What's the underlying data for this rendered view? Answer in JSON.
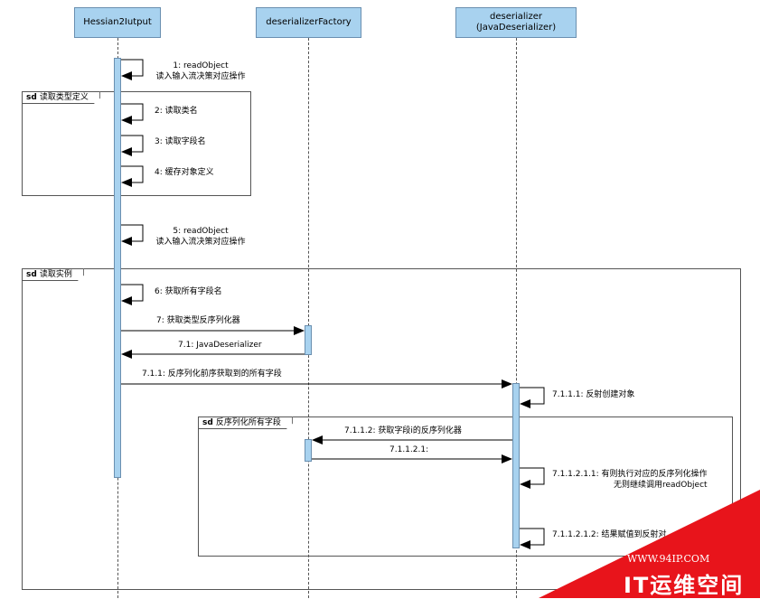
{
  "participants": [
    {
      "id": "hessian",
      "lines": [
        "Hessian2Iutput"
      ]
    },
    {
      "id": "factory",
      "lines": [
        "deserializerFactory"
      ]
    },
    {
      "id": "deser",
      "lines": [
        "deserializer",
        "(JavaDeserializer)"
      ]
    }
  ],
  "fragments": [
    {
      "keyword": "sd",
      "label": "读取类型定义"
    },
    {
      "keyword": "sd",
      "label": "读取实例"
    },
    {
      "keyword": "sd",
      "label": "反序列化所有字段"
    }
  ],
  "messages": [
    {
      "id": "m1",
      "lines": [
        "1: readObject",
        "读入输入流决策对应操作"
      ]
    },
    {
      "id": "m2",
      "lines": [
        "2: 读取类名"
      ]
    },
    {
      "id": "m3",
      "lines": [
        "3: 读取字段名"
      ]
    },
    {
      "id": "m4",
      "lines": [
        "4: 缓存对象定义"
      ]
    },
    {
      "id": "m5",
      "lines": [
        "5: readObject",
        "读入输入流决策对应操作"
      ]
    },
    {
      "id": "m6",
      "lines": [
        "6: 获取所有字段名"
      ]
    },
    {
      "id": "m7",
      "lines": [
        "7: 获取类型反序列化器"
      ]
    },
    {
      "id": "m71",
      "lines": [
        "7.1: JavaDeserializer"
      ]
    },
    {
      "id": "m711",
      "lines": [
        "7.1.1: 反序列化前序获取到的所有字段"
      ]
    },
    {
      "id": "m7111",
      "lines": [
        "7.1.1.1: 反射创建对象"
      ]
    },
    {
      "id": "m7112",
      "lines": [
        "7.1.1.2: 获取字段i的反序列化器"
      ]
    },
    {
      "id": "m71121",
      "lines": [
        "7.1.1.2.1:"
      ]
    },
    {
      "id": "m711211",
      "lines": [
        "7.1.1.2.1.1: 有则执行对应的反序列化操作",
        "无则继续调用readObject"
      ]
    },
    {
      "id": "m711212",
      "lines": [
        "7.1.1.2.1.2: 结果赋值到反射对"
      ]
    }
  ],
  "watermark": {
    "site": "WWW.94IP.COM",
    "brand": "IT运维空间",
    "color": "#e8141b"
  }
}
